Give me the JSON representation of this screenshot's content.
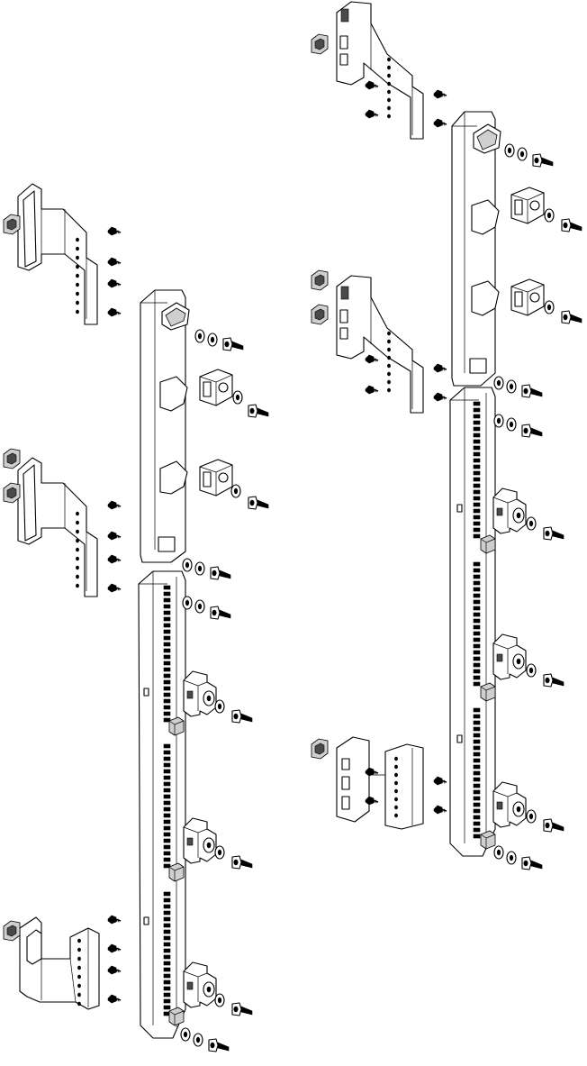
{
  "drawing": {
    "style": "monochrome exploded assembly line drawing",
    "line_color": "#000000",
    "background_color": "#ffffff",
    "shade_color": "#cfcfcf",
    "dark_shade_color": "#4a4a4a"
  },
  "assemblies": [
    {
      "id": "left-assembly",
      "rail_segments": 4,
      "terminal_blocks": 3,
      "wall_brackets": 3,
      "clamp_nuts": 4,
      "mounting_screws": 12
    },
    {
      "id": "right-assembly",
      "rail_segments": 4,
      "terminal_blocks": 3,
      "wall_brackets": 3,
      "clamp_nuts": 4,
      "mounting_screws": 12
    }
  ]
}
